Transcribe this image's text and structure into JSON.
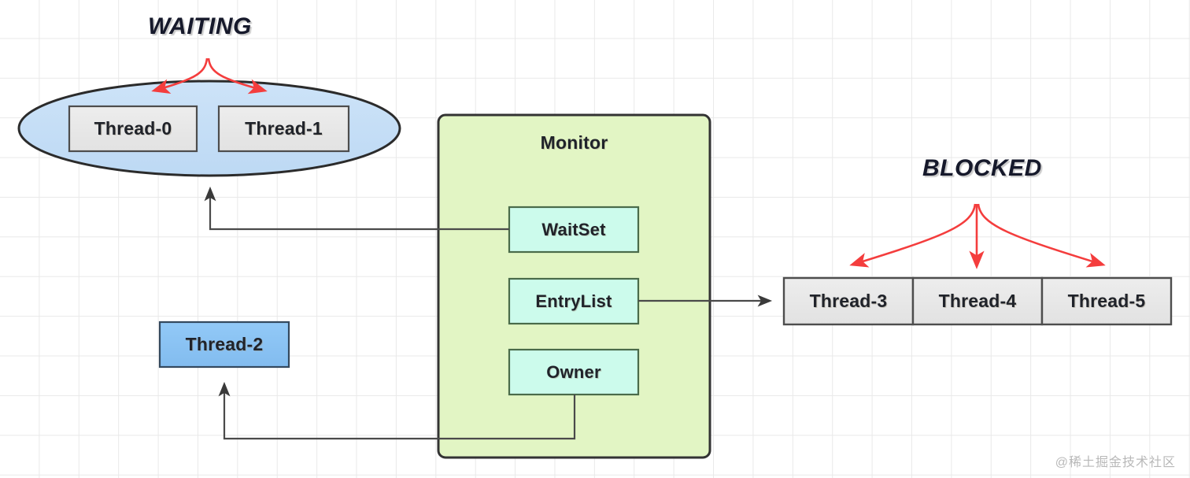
{
  "diagram": {
    "title_waiting": "WAITING",
    "title_blocked": "BLOCKED",
    "watermark": "@稀土掘金技术社区",
    "colors": {
      "thread_box_fill": "#e8e8e8",
      "thread_box_stroke": "#4d4d4d",
      "waiting_ellipse_fill": "#c3dcf5",
      "waiting_ellipse_stroke": "#2b2b2b",
      "monitor_fill": "#e2f5c4",
      "monitor_stroke": "#333333",
      "monitor_sub_fill": "#ccfbec",
      "monitor_sub_stroke": "#4a6b4a",
      "thread2_fill": "#89c4f4",
      "thread2_stroke": "#34495e",
      "arrow_red": "#f43d3d",
      "arrow_dark": "#3a3a3a",
      "grid": "#e9e9e9",
      "text": "#20232a"
    },
    "waiting_group": {
      "label": "WAITING",
      "threads": [
        {
          "label": "Thread-0"
        },
        {
          "label": "Thread-1"
        }
      ]
    },
    "monitor": {
      "label": "Monitor",
      "slots": [
        {
          "label": "WaitSet"
        },
        {
          "label": "EntryList"
        },
        {
          "label": "Owner"
        }
      ]
    },
    "blocked_group": {
      "label": "BLOCKED",
      "threads": [
        {
          "label": "Thread-3"
        },
        {
          "label": "Thread-4"
        },
        {
          "label": "Thread-5"
        }
      ]
    },
    "owner_thread": {
      "label": "Thread-2"
    }
  }
}
